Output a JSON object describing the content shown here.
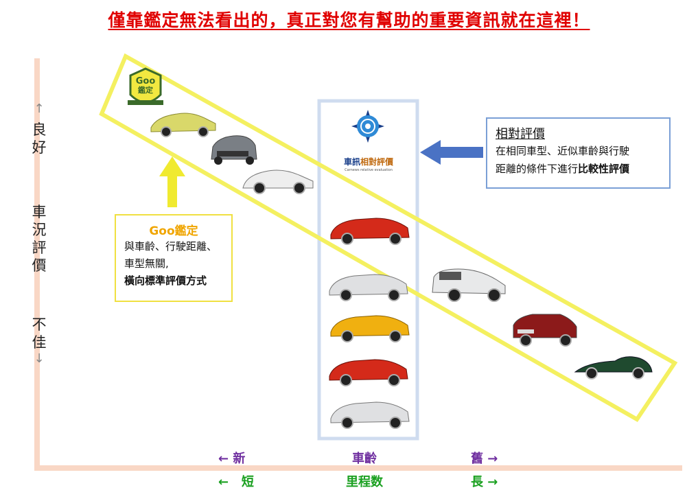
{
  "title": "僅靠鑑定無法看出的，真正對您有幫助的重要資訊就在這裡！",
  "y_axis": {
    "up_arrow": "↑",
    "good": [
      "良",
      "好"
    ],
    "label": [
      "車",
      "況",
      "評",
      "價"
    ],
    "bad": [
      "不",
      "佳"
    ],
    "down_arrow": "↓"
  },
  "goo_callout": {
    "title": "Goo鑑定",
    "lines": [
      "與車齡、行駛距離、",
      "車型無關,"
    ],
    "bold_line": "橫向標準評價方式"
  },
  "relative_callout": {
    "title": "相對評價",
    "line1": "在相同車型、近似車齡與行駛",
    "line2_prefix": "距離的條件下進行",
    "line2_bold": "比較性評價"
  },
  "goo_logo": {
    "word": "Goo",
    "sub": "鑑定"
  },
  "relative_logo": {
    "name_a": "車訊",
    "name_b": "相對評價",
    "tagline": "Carnews relative evaluation"
  },
  "x_axis": {
    "age_new": "← 新",
    "age_label": "車齡",
    "age_old": "舊 →",
    "mileage_short": "←   短",
    "mileage_label": "里程数",
    "mileage_long": "長 →"
  },
  "colors": {
    "title": "#e00000",
    "axis": "#f9d7c5",
    "highlight_band": "#f4f060",
    "goo_arrow": "#f0ea30",
    "relative_arrow": "#4a72c4",
    "relative_frame": "#cfdcef",
    "purple_label": "#7030a0",
    "green_label": "#1aa020"
  }
}
